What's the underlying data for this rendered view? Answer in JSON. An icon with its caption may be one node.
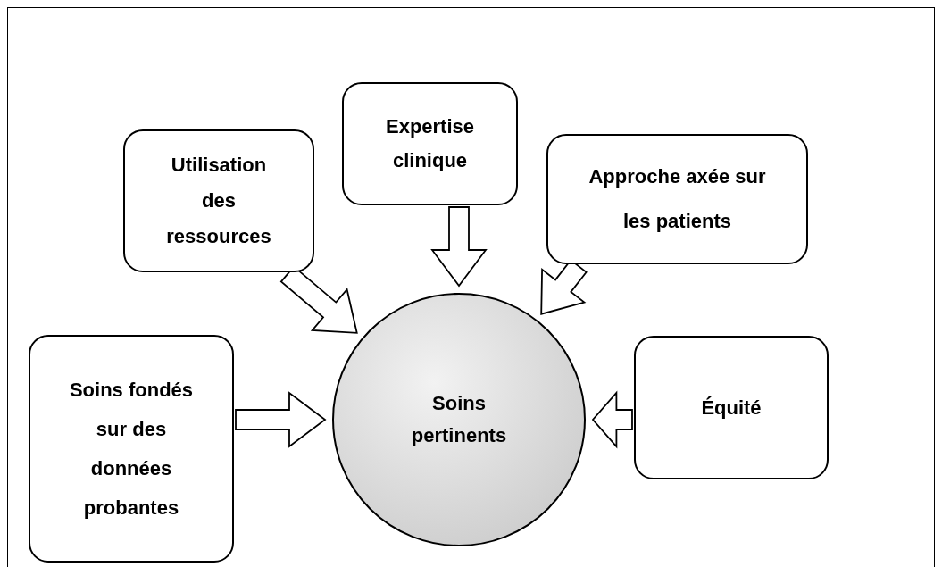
{
  "diagram": {
    "nodes": [
      {
        "text": [
          "Utilisation des ressources"
        ]
      },
      {
        "text": [
          "Expertise clinique"
        ]
      },
      {
        "text": [
          "Approche axée sur les patients"
        ]
      },
      {
        "text": [
          "Soins fondés sur des données probantes"
        ]
      },
      {
        "text": [
          "Équité"
        ]
      },
      {
        "text": [
          "Soins pertinents"
        ]
      }
    ],
    "edges": [
      {
        "from": 0,
        "to": 5,
        "arrow": "to"
      },
      {
        "from": 1,
        "to": 5,
        "arrow": "to"
      },
      {
        "from": 2,
        "to": 5,
        "arrow": "to"
      },
      {
        "from": 3,
        "to": 5,
        "arrow": "to"
      },
      {
        "from": 4,
        "to": 5,
        "arrow": "to"
      }
    ]
  }
}
